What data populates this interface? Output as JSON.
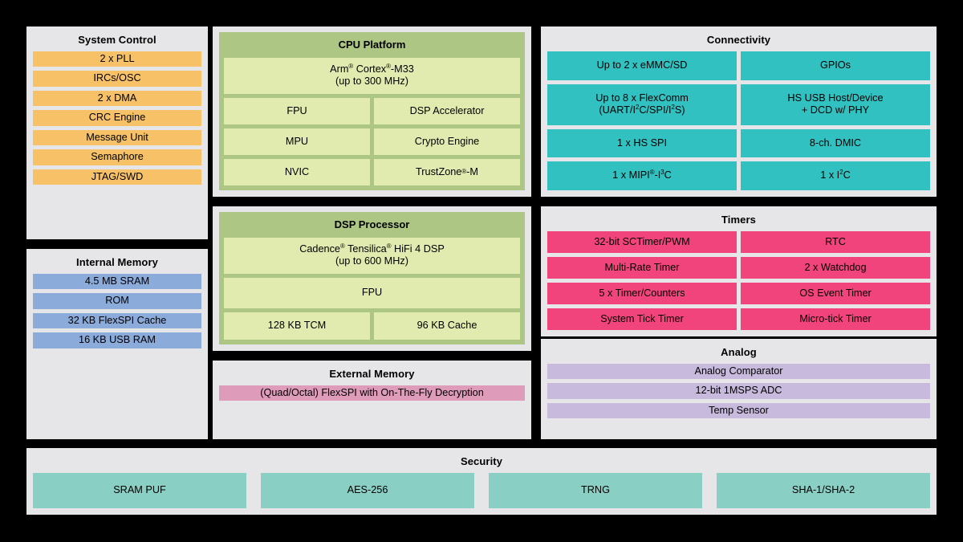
{
  "diagram": {
    "background_color": "#000000",
    "panel_bg": "#E6E6E8",
    "blocks": {
      "system_control": {
        "title": "System Control",
        "color": "#F7C167",
        "items": [
          "2 x PLL",
          "IRCs/OSC",
          "2 x DMA",
          "CRC Engine",
          "Message Unit",
          "Semaphore",
          "JTAG/SWD"
        ]
      },
      "internal_memory": {
        "title": "Internal Memory",
        "color": "#8BABDB",
        "items": [
          "4.5 MB SRAM",
          "ROM",
          "32 KB FlexSPI Cache",
          "16 KB USB RAM"
        ]
      },
      "cpu_platform": {
        "title": "CPU Platform",
        "outer_color": "#ADC683",
        "inner_color": "#E2EBAF",
        "core_line1": "Arm® Cortex®-M33",
        "core_line2": "(up to 300 MHz)",
        "features": [
          "FPU",
          "DSP Accelerator",
          "MPU",
          "Crypto Engine",
          "NVIC",
          "TrustZone®-M"
        ]
      },
      "dsp_processor": {
        "title": "DSP Processor",
        "outer_color": "#ADC683",
        "inner_color": "#E2EBAF",
        "core_line1": "Cadence® Tensilica® HiFi 4 DSP",
        "core_line2": "(up to 600 MHz)",
        "fpu": "FPU",
        "tcm": "128 KB TCM",
        "cache": "96 KB Cache"
      },
      "external_memory": {
        "title": "External Memory",
        "color": "#DF9BBA",
        "items": [
          "(Quad/Octal) FlexSPI with On-The-Fly Decryption"
        ]
      },
      "connectivity": {
        "title": "Connectivity",
        "color": "#31C1C0",
        "items": [
          {
            "line1": "Up to 2 x eMMC/SD",
            "line2": ""
          },
          {
            "line1": "GPIOs",
            "line2": ""
          },
          {
            "line1": "Up to 8 x FlexComm",
            "line2": "(UART/I²C/SPI/I²S)"
          },
          {
            "line1": "HS USB Host/Device",
            "line2": "+ DCD w/ PHY"
          },
          {
            "line1": "1 x HS SPI",
            "line2": ""
          },
          {
            "line1": "8-ch. DMIC",
            "line2": ""
          },
          {
            "line1": "1 x MIPI®-I³C",
            "line2": ""
          },
          {
            "line1": "1 x I²C",
            "line2": ""
          }
        ]
      },
      "timers": {
        "title": "Timers",
        "color": "#F2447C",
        "items": [
          "32-bit SCTimer/PWM",
          "RTC",
          "Multi-Rate Timer",
          "2 x Watchdog",
          "5 x Timer/Counters",
          "OS Event Timer",
          "System Tick Timer",
          "Micro-tick Timer"
        ]
      },
      "analog": {
        "title": "Analog",
        "color": "#C8BADD",
        "items": [
          "Analog Comparator",
          "12-bit 1MSPS ADC",
          "Temp Sensor"
        ]
      },
      "security": {
        "title": "Security",
        "color": "#8ACFC4",
        "items": [
          "SRAM PUF",
          "AES-256",
          "TRNG",
          "SHA-1/SHA-2"
        ]
      }
    }
  }
}
